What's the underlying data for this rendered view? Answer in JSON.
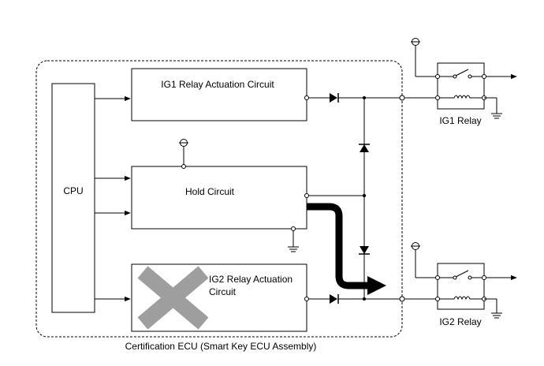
{
  "diagram": {
    "blocks": {
      "cpu": "CPU",
      "ig1_circuit": "IG1 Relay Actuation Circuit",
      "hold_circuit": "Hold Circuit",
      "ig2_circuit_line1": "IG2 Relay Actuation",
      "ig2_circuit_line2": "Circuit"
    },
    "relays": {
      "ig1": "IG1 Relay",
      "ig2": "IG2 Relay"
    },
    "ecu_label": "Certification ECU (Smart Key ECU Assembly)",
    "colors": {
      "line": "#000000",
      "cross": "#9e9e9e",
      "background": "#ffffff"
    }
  }
}
